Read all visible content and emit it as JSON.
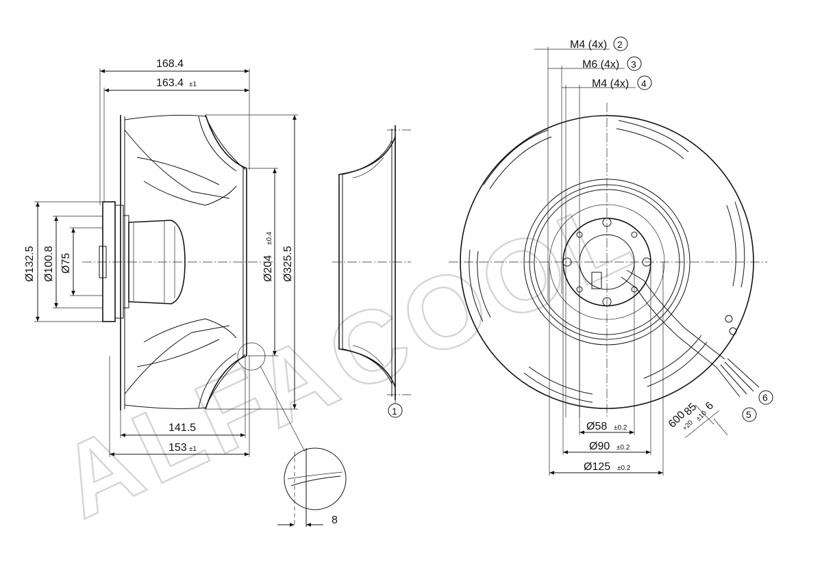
{
  "watermark": "ALFACOOL",
  "side_view": {
    "overall_depth": "168.4",
    "depth": "163.4",
    "depth_tol": "±1",
    "depth_141": "141.5",
    "depth_153": "153",
    "depth_153_tol": "±1",
    "d_132": "Ø132.5",
    "d_100": "Ø100.8",
    "d_75": "Ø75",
    "d_204": "Ø204",
    "d_204_tol": "±0.4",
    "d_325": "Ø325.5",
    "detail_value": "8"
  },
  "inlet_ring": {
    "ref": "1"
  },
  "front_view": {
    "m4_a": "M4 (4x)",
    "m4_a_ref": "2",
    "m6": "M6 (4x)",
    "m6_ref": "3",
    "m4_b": "M4 (4x)",
    "m4_b_ref": "4",
    "d_58": "Ø58",
    "d_58_tol": "±0.2",
    "d_90": "Ø90",
    "d_90_tol": "±0.2",
    "d_125": "Ø125",
    "d_125_tol": "±0.2",
    "cable_6": "6",
    "cable_85": "85",
    "cable_85_tol": "±10",
    "cable_600": "600",
    "cable_600_tol": "+20",
    "ref5": "5",
    "ref6": "6"
  }
}
